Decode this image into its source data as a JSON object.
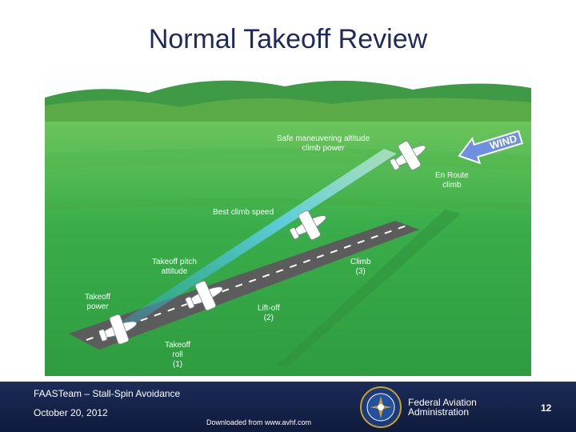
{
  "slide": {
    "title": "Normal Takeoff Review"
  },
  "diagram": {
    "labels": {
      "safe_maneuvering_1": "Safe maneuvering altitude",
      "safe_maneuvering_2": "climb power",
      "wind": "WIND",
      "en_route_1": "En Route",
      "en_route_2": "climb",
      "best_climb": "Best climb speed",
      "takeoff_pitch_1": "Takeoff pitch",
      "takeoff_pitch_2": "attitude",
      "climb_1": "Climb",
      "climb_2": "(3)",
      "takeoff_power_1": "Takeoff",
      "takeoff_power_2": "power",
      "liftoff_1": "Lift-off",
      "liftoff_2": "(2)",
      "takeoff_roll_1": "Takeoff",
      "takeoff_roll_2": "roll",
      "takeoff_roll_3": "(1)"
    },
    "colors": {
      "sky": "#dbe8ef",
      "hills": "#3f9a46",
      "field": "#3aae4a",
      "runway": "#5c5c5c",
      "path": "#5fd0e8",
      "wind_arrow": "#6f8fe0"
    }
  },
  "footer": {
    "left_title": "FAASTeam – Stall-Spin Avoidance",
    "date": "October 20, 2012",
    "download_note": "Downloaded from www.avhf.com",
    "agency_line1": "Federal Aviation",
    "agency_line2": "Administration",
    "page_number": "12",
    "colors": {
      "background": "#15234a",
      "text": "#ffffff"
    }
  }
}
